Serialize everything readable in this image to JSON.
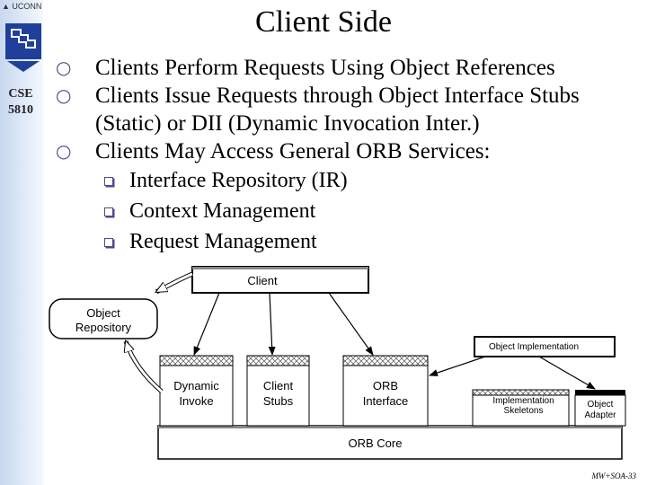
{
  "header": {
    "university": "UCONN",
    "course_code": "CSE",
    "course_number": "5810",
    "title": "Client Side"
  },
  "bullets": [
    {
      "text": "Clients Perform Requests Using Object References"
    },
    {
      "text": "Clients Issue Requests through Object Interface Stubs (Static) or DII (Dynamic Invocation Inter.)"
    },
    {
      "text": "Clients May Access General ORB Services:",
      "subitems": [
        "Interface Repository (IR)",
        "Context Management",
        "Request Management"
      ]
    }
  ],
  "diagram": {
    "client": "Client",
    "object_repository": [
      "Object",
      "Repository"
    ],
    "object_implementation": "Object Implementation",
    "dynamic_invoke": [
      "Dynamic",
      "Invoke"
    ],
    "client_stubs": [
      "Client",
      "Stubs"
    ],
    "orb_interface": [
      "ORB",
      "Interface"
    ],
    "implementation_skeletons": [
      "Implementation",
      "Skeletons"
    ],
    "object_adapter": [
      "Object",
      "Adapter"
    ],
    "orb_core": "ORB Core"
  },
  "footer": {
    "slide_id": "MW+SOA-33"
  },
  "colors": {
    "bullet_mark": "#4b4b8c",
    "sidebar": "#c8d8f0"
  },
  "icons": {
    "bullet": "hollow-circle-icon",
    "subbullet": "hollow-square-icon",
    "logo": "uconn-logo-icon"
  }
}
